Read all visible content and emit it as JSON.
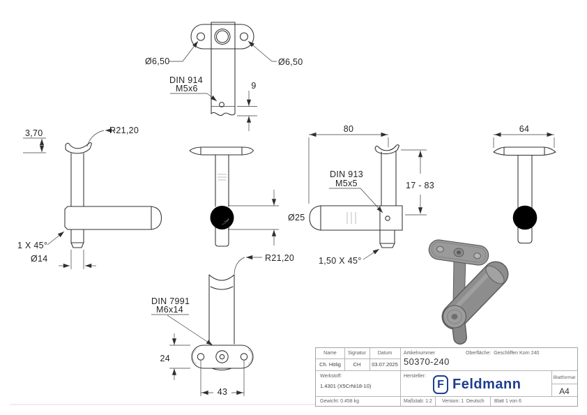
{
  "colors": {
    "logo_blue": "#1e3d8f",
    "line_color": "#2f2f2f",
    "table_border": "#a3a3a3",
    "label_grey": "#5f5f5f"
  },
  "drawing": {
    "top_view": {
      "dia_left": "Ø6,50",
      "dia_right": "Ø6,50",
      "din": "DIN 914",
      "din_thread": "M5x6",
      "depth": "9"
    },
    "side_view": {
      "lip_height": "3,70",
      "saddle_radius": "R21,20",
      "chamfer": "1 X 45°",
      "stub_dia": "Ø14"
    },
    "front_view": {
      "tube_dia": "Ø25"
    },
    "bottom_view": {
      "saddle_radius": "R21,20",
      "din": "DIN 7991",
      "din_thread": "M6x14",
      "plate_depth": "24",
      "hole_spacing": "43"
    },
    "right_view": {
      "arm_length": "80",
      "din": "DIN 913",
      "din_thread": "M5x5",
      "height_range": "17 - 83",
      "chamfer": "1,50 X 45°"
    },
    "end_view": {
      "plate_width": "64"
    }
  },
  "title_block": {
    "headers": {
      "name": "Name",
      "signatur": "Signatur",
      "datum": "Datum"
    },
    "values": {
      "name": "Ch. Hölig",
      "signatur": "CH",
      "datum": "03.07.2025"
    },
    "artikelnummer_label": "Artikelnummer",
    "artikelnummer": "50370-240",
    "oberflaeche_label": "Oberfläche:",
    "oberflaeche": "Geschliffen Korn 240",
    "werkstoff_label": "Werkstoff:",
    "werkstoff": "1.4301 (X5CrNi18-10)",
    "hersteller_label": "Hersteller:",
    "logo": {
      "letter": "F",
      "text": "Feldmann"
    },
    "blattformat_label": "Blattformat",
    "blattformat": "A4",
    "gewicht": "Gewicht: 0.458 kg",
    "massstab": "Maßstab: 1:2",
    "version": "Version: 1",
    "sprache": "Deutsch",
    "blatt": "Blatt 1 von 6"
  }
}
